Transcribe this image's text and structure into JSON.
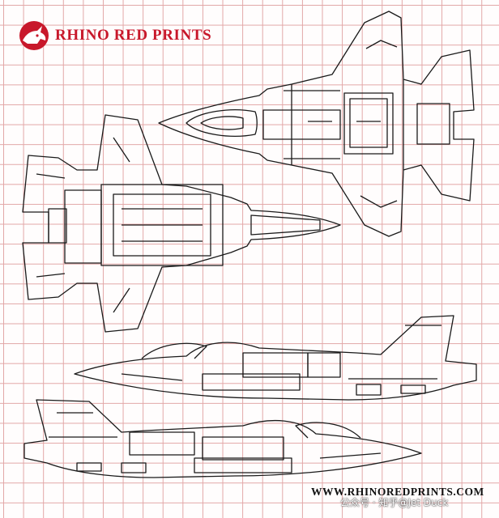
{
  "brand": {
    "name": "RHINO RED PRINTS",
    "logo_icon": "rhino-head-icon",
    "accent_color": "#c8182b"
  },
  "footer": {
    "url": "WWW.RHINOREDPRINTS.COM",
    "watermark": "公众号 · 知乎@Jet Duck"
  },
  "grid_color": "#e2a7a7",
  "line_color": "#1a1a1a"
}
